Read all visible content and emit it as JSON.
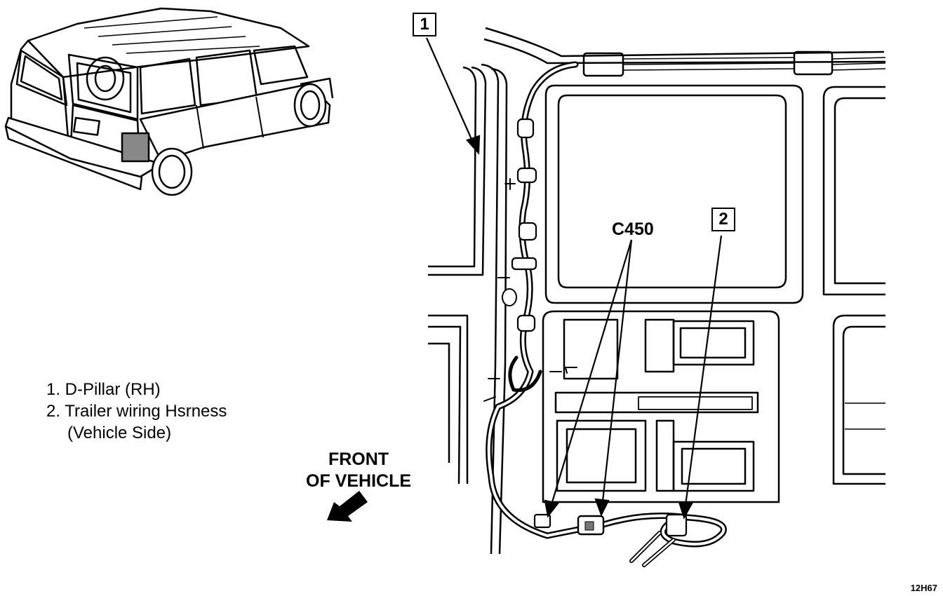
{
  "legend": {
    "item1": "1. D-Pillar (RH)",
    "item2_line1": "2. Trailer wiring Hsrness",
    "item2_line2": "(Vehicle Side)"
  },
  "callouts": {
    "one": "1",
    "two": "2"
  },
  "connector_label": "C450",
  "direction": {
    "line1": "FRONT",
    "line2": "OF VEHICLE"
  },
  "figure_id": "12H67"
}
